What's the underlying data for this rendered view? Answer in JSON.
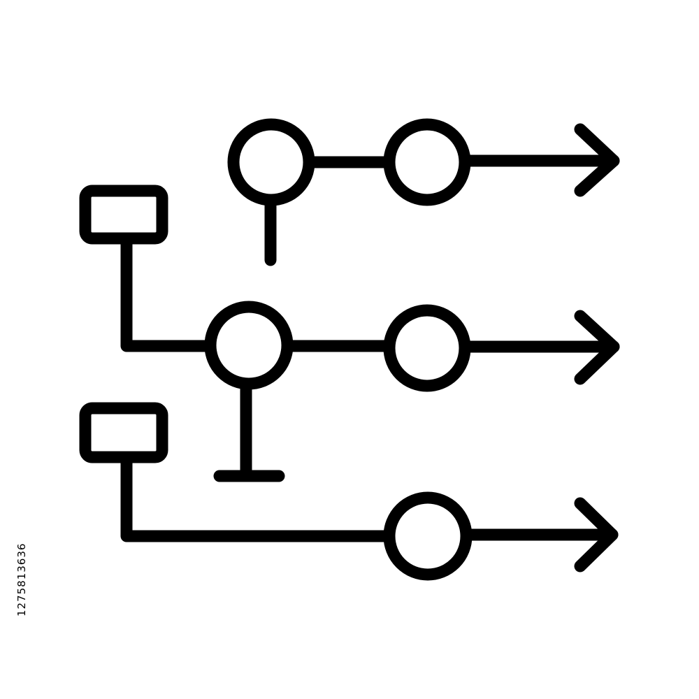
{
  "illustration": {
    "icon": "flowchart-process-lines-icon",
    "stroke_color": "#000000",
    "background_color": "#ffffff",
    "rows": [
      {
        "flow": "top",
        "nodes": 2,
        "has_arrow": true
      },
      {
        "flow": "middle",
        "nodes": 2,
        "has_arrow": true
      },
      {
        "flow": "bottom",
        "nodes": 1,
        "has_arrow": true
      }
    ]
  },
  "watermark": {
    "stock_id": "1275813636",
    "color": "#000000"
  }
}
